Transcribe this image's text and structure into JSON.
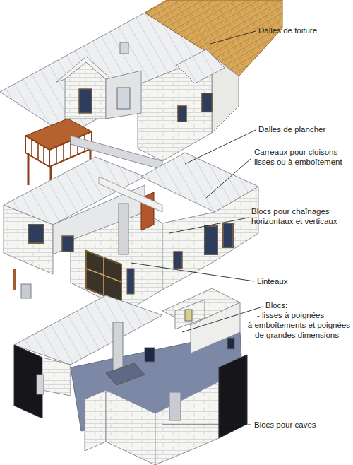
{
  "diagram": {
    "labels": [
      "Dalles de toiture",
      "Dalles de plancher",
      "Carreaux pour cloisons lisses ou à emboîtement",
      "Blocs pour chaînages horizontaux et verticaux",
      "Linteaux",
      "Blocs:",
      "- lisses à poignées",
      "- à emboîtements et poignées",
      "- de grandes dimensions",
      "Blocs pour caves"
    ]
  }
}
